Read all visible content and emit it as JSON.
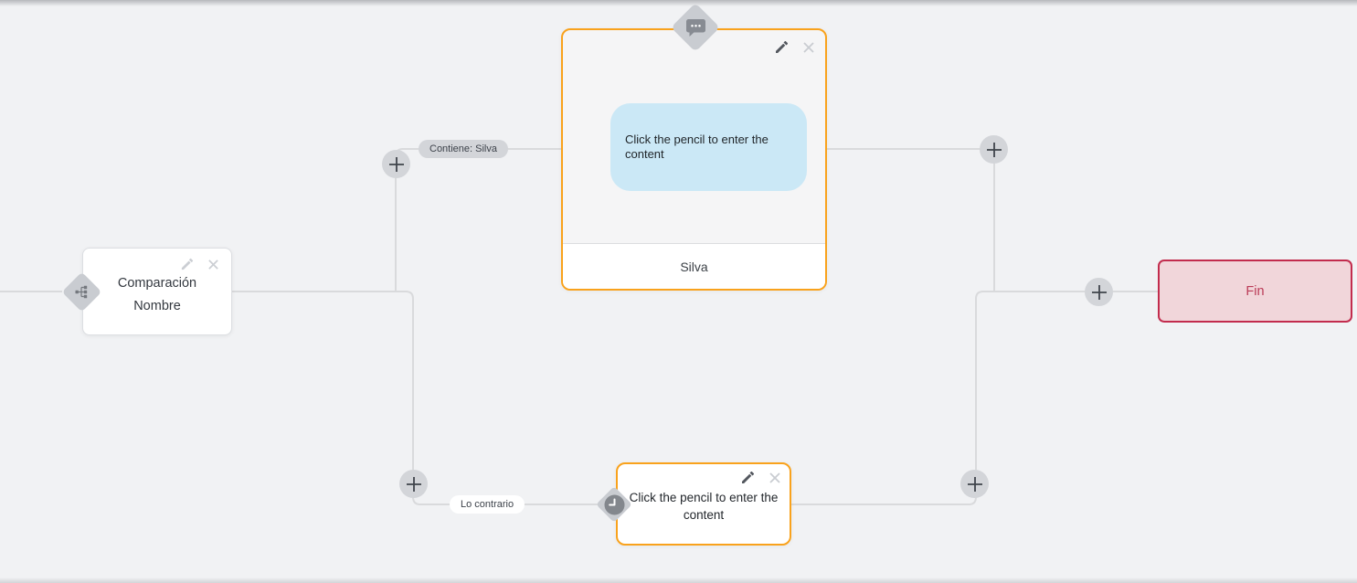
{
  "flow": {
    "nodes": {
      "condition": {
        "title_line1": "Comparación",
        "title_line2": "Nombre"
      },
      "message": {
        "bubble_text": "Click the pencil to enter the content",
        "footer_text": "Silva"
      },
      "otherwise": {
        "body_text": "Click the pencil to enter the content"
      },
      "end": {
        "label": "Fin"
      }
    },
    "edge_labels": {
      "contains": "Contiene: Silva",
      "otherwise": "Lo contrario"
    },
    "icon_names": {
      "condition_badge": "sitemap-icon",
      "message_badge": "chat-dots-icon",
      "otherwise_badge": "clock-icon",
      "node_actions": [
        "pencil-icon",
        "close-icon"
      ],
      "connector_button": "plus-icon"
    },
    "colors": {
      "accent_orange": "#f9a21c",
      "end_border": "#c22c4d",
      "end_fill": "#f1d6da",
      "end_text": "#bb3b57",
      "bubble_blue": "#cbe8f6",
      "edge_gray": "#d9dadc",
      "pill_gray": "#d3d5d9",
      "diamond_gray": "#c9ccd1"
    }
  }
}
